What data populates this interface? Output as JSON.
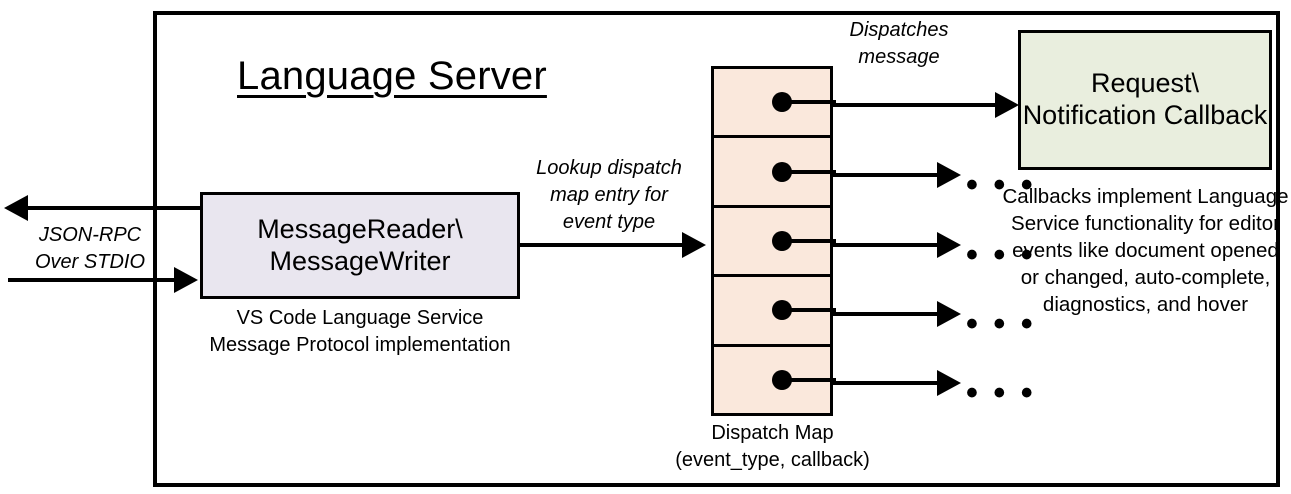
{
  "diagram": {
    "title": "Language Server",
    "nodes": {
      "reader": {
        "label": "MessageReader\\\nMessageWriter",
        "caption": "VS Code Language Service\nMessage Protocol implementation",
        "fill": "#E9E6EF"
      },
      "dispatch_map": {
        "caption": "Dispatch Map\n(event_type, callback)",
        "fill": "#FAE8DC",
        "row_count": 5
      },
      "callback": {
        "label": "Request\\\nNotification\nCallback",
        "fill": "#E9EEDE",
        "note": "Callbacks implement Language Service functionality for editor events like document opened or changed, auto-complete, diagnostics, and hover"
      }
    },
    "edges": {
      "transport": "JSON-RPC\nOver STDIO",
      "lookup": "Lookup dispatch\nmap entry for\nevent type",
      "dispatches": "Dispatches\nmessage"
    },
    "ellipsis": "• • •",
    "colors": {
      "stroke": "#000000",
      "background": "#ffffff",
      "reader_fill": "#E9E6EF",
      "map_fill": "#FAE8DC",
      "callback_fill": "#E9EEDE"
    }
  }
}
